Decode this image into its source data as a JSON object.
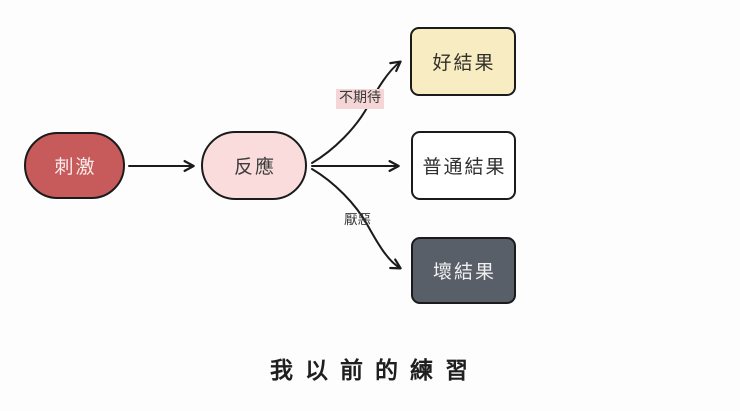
{
  "theme": {
    "background": "#fefdfd",
    "stroke": "#1b1b1b"
  },
  "diagram": {
    "nodes": {
      "stimulus": {
        "label": "刺激",
        "fill": "#c75a5a",
        "text": "#fbecec"
      },
      "response": {
        "label": "反應",
        "fill": "#fadcdc",
        "text": "#3c3c3c"
      },
      "good_result": {
        "label": "好結果",
        "fill": "#f7ecc2",
        "text": "#33302a"
      },
      "normal_result": {
        "label": "普通結果",
        "fill": "#ffffff",
        "text": "#2f2f2f"
      },
      "bad_result": {
        "label": "壞結果",
        "fill": "#585f68",
        "text": "#f0f0f0"
      }
    },
    "edge_labels": {
      "not_expecting": {
        "label": "不期待",
        "bg": "#f5d6d6",
        "text": "#3a3a3a"
      },
      "aversion": {
        "label": "厭惡",
        "text": "#3a3a3a"
      }
    },
    "caption": "我 以 前 的 練 習"
  }
}
